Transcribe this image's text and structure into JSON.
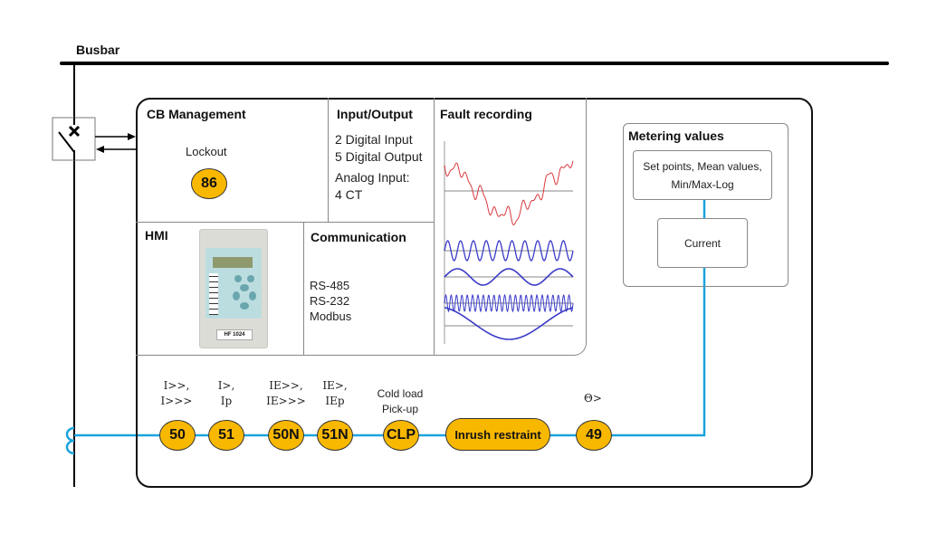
{
  "busbar": {
    "label": "Busbar"
  },
  "colors": {
    "accent_line": "#1aa3dd",
    "badge_fill": "#f9b800",
    "fault_red": "#d9393e",
    "wave_blue": "#3a3ac8"
  },
  "cb_management": {
    "title": "CB Management",
    "lockout_label": "Lockout",
    "lockout_code": "86"
  },
  "io": {
    "title": "Input/Output",
    "lines": [
      "2 Digital Input",
      "5 Digital Output",
      "Analog Input:",
      "4 CT"
    ]
  },
  "fault_recording": {
    "title": "Fault recording"
  },
  "hmi": {
    "title": "HMI",
    "device_label": "HF 1024"
  },
  "communication": {
    "title": "Communication",
    "protocols": [
      "RS-485",
      "RS-232",
      "Modbus"
    ]
  },
  "metering": {
    "title": "Metering values",
    "top_box": "Set points, Mean values, Min/Max-Log",
    "current_box": "Current"
  },
  "protection": [
    {
      "code": "50",
      "label_l1": "I>>,",
      "label_l2": "I>>>"
    },
    {
      "code": "51",
      "label_l1": "I>,",
      "label_l2": "Ip"
    },
    {
      "code": "50N",
      "label_l1": "IE>>,",
      "label_l2": "IE>>>"
    },
    {
      "code": "51N",
      "label_l1": "IE>,",
      "label_l2": "IEp"
    },
    {
      "code": "CLP",
      "label_l1": "Cold load",
      "label_l2": "Pick-up"
    },
    {
      "code": "Inrush restraint",
      "label_l1": "",
      "label_l2": ""
    },
    {
      "code": "49",
      "label_l1": "Θ>",
      "label_l2": ""
    }
  ]
}
